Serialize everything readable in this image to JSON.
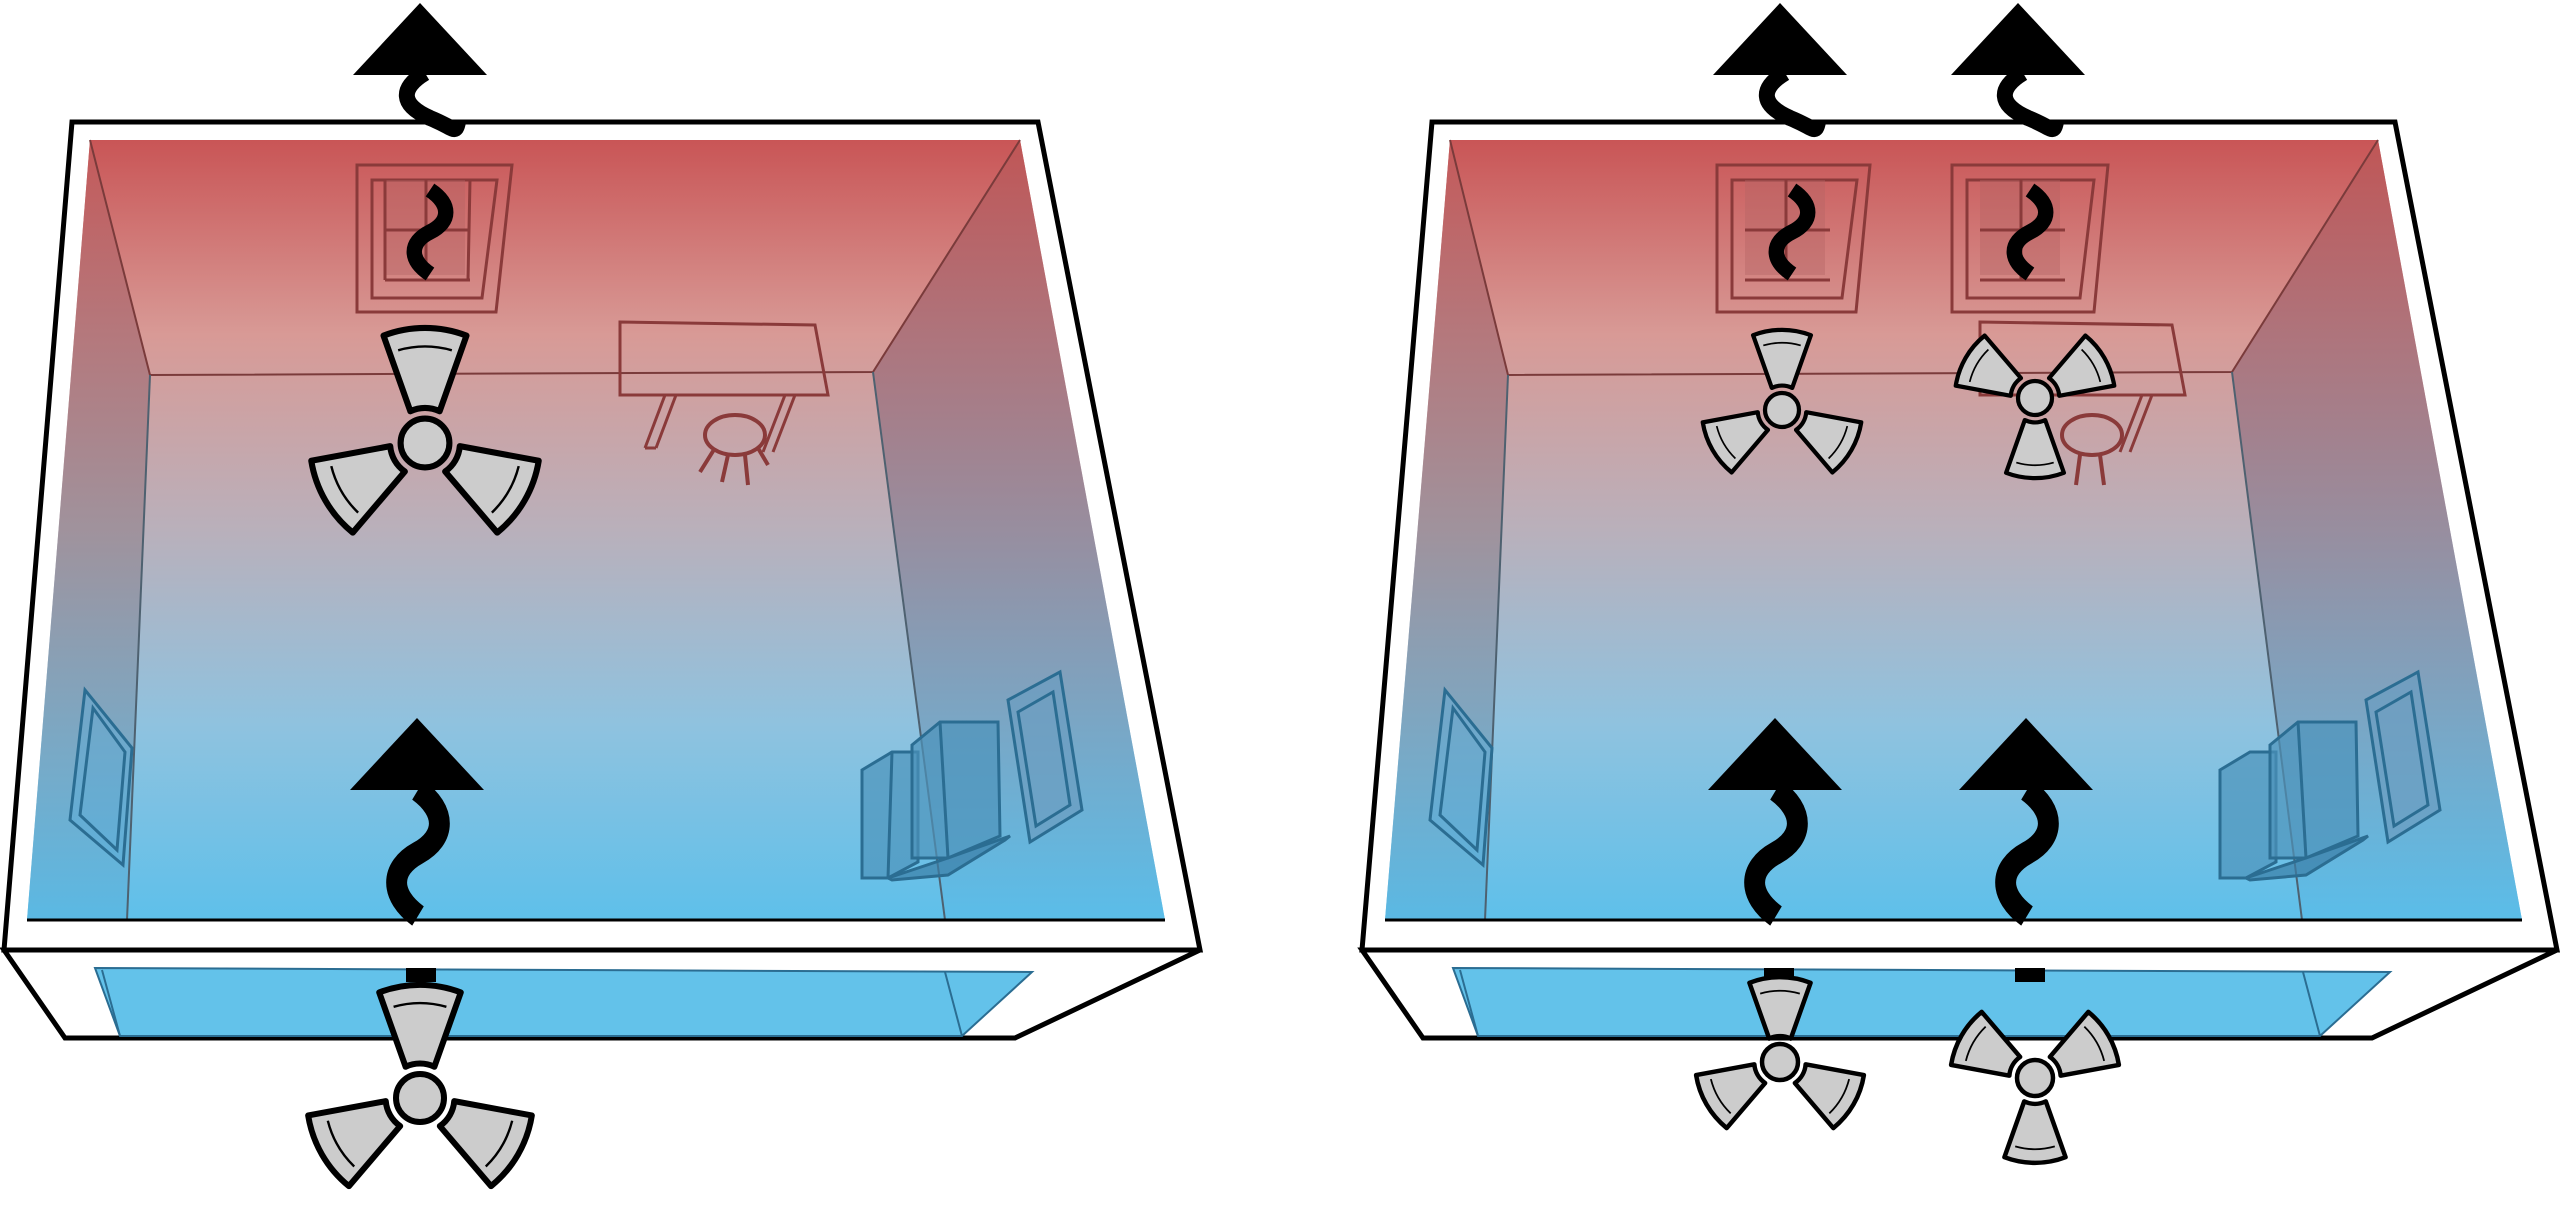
{
  "colors": {
    "hot": "#c95556",
    "warm": "#d89a96",
    "mid": "#b9b0bb",
    "cool": "#8fc2df",
    "cold": "#5ec0ea",
    "floor": "#63c2ea",
    "fan_fill": "#cccccc",
    "outline": "#000000",
    "furniture_top": "#8a3a3a",
    "furniture_bottom": "#2b6d92"
  },
  "panels": [
    {
      "name": "left-room-single-fan",
      "window_count": 1,
      "ceiling_fans": 1,
      "floor_fans": 1,
      "outlet_arrows": 1,
      "inlet_arrows": 1
    },
    {
      "name": "right-room-double-fan",
      "window_count": 2,
      "ceiling_fans": 2,
      "floor_fans": 2,
      "outlet_arrows": 2,
      "inlet_arrows": 2
    }
  ],
  "icons": [
    "up-arrow-icon",
    "wavy-flow-icon",
    "fan-icon",
    "window-icon",
    "desk-icon",
    "stool-icon",
    "door-icon",
    "computer-icon",
    "floor-vent-icon"
  ]
}
